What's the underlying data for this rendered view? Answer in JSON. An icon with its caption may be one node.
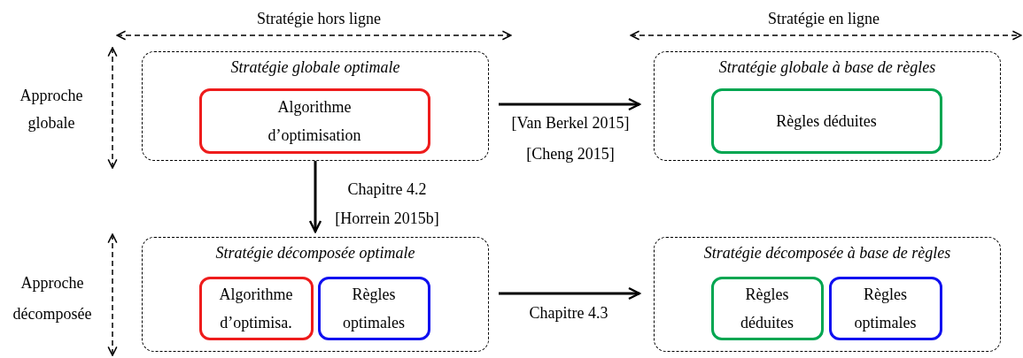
{
  "diagram": {
    "nodes": [
      {
        "text": [
          "Stratégie globale optimale"
        ]
      },
      {
        "text": [
          "Algorithme d’optimisation"
        ],
        "in": 0
      },
      {
        "text": [
          "Stratégie globale à base de règles"
        ]
      },
      {
        "text": [
          "Règles déduites"
        ],
        "in": 2
      },
      {
        "text": [
          "Stratégie décomposée optimale"
        ]
      },
      {
        "text": [
          "Algorithme d’optimisa."
        ],
        "in": 4
      },
      {
        "text": [
          "Règles optimales"
        ],
        "in": 4
      },
      {
        "text": [
          "Stratégie décomposée à base de règles"
        ]
      },
      {
        "text": [
          "Règles déduites"
        ],
        "in": 7
      },
      {
        "text": [
          "Règles optimales"
        ],
        "in": 7
      }
    ],
    "edges": [
      {
        "from": 0,
        "to": 2,
        "arrow": "to",
        "label": "[Van Berkel 2015] [Cheng 2015]"
      },
      {
        "from": 0,
        "to": 4,
        "arrow": "to",
        "label": "Chapitre 4.2 [Horrein 2015b]"
      },
      {
        "from": 4,
        "to": 7,
        "arrow": "to",
        "label": "Chapitre 4.3"
      }
    ],
    "labels": [
      "Stratégie hors ligne",
      "Stratégie en ligne",
      "Approche globale",
      "Approche décomposée"
    ]
  }
}
